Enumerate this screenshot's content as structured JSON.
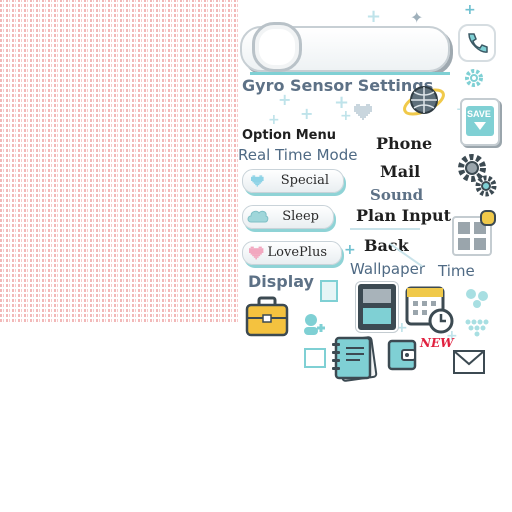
{
  "sprite_sheet": {
    "title_bar": {
      "label": "Gyro Sensor Settings"
    },
    "option_menu": {
      "label": "Option Menu"
    },
    "realtime_mode": {
      "label": "Real Time Mode"
    },
    "pills": [
      {
        "label": "Special",
        "heart_color": "#8dd3e6"
      },
      {
        "label": "Sleep",
        "heart_color": "#9fd6da"
      },
      {
        "label": "LovePlus",
        "heart_color": "#f2a7bf"
      }
    ],
    "labels": {
      "phone": "Phone",
      "mail": "Mail",
      "sound": "Sound",
      "plan_input": "Plan Input",
      "back": "Back",
      "wallpaper": "Wallpaper",
      "time": "Time",
      "display": "Display"
    },
    "badges": {
      "save": "SAVE",
      "new": "NEW"
    },
    "colors": {
      "label_slate": "#5d7186",
      "accent_teal": "#7fd0d4",
      "pattern_pink": "#f2b5b5",
      "new_red": "#e0213f"
    },
    "icons": [
      "phone-icon",
      "gear-icon",
      "globe-icon",
      "save-icon",
      "settings-gears-icon",
      "map-icon",
      "briefcase-icon",
      "ds-console-icon",
      "calendar-clock-icon",
      "notebook-icon",
      "wallet-icon",
      "envelope-icon",
      "person-icon",
      "cluster-icon"
    ]
  }
}
